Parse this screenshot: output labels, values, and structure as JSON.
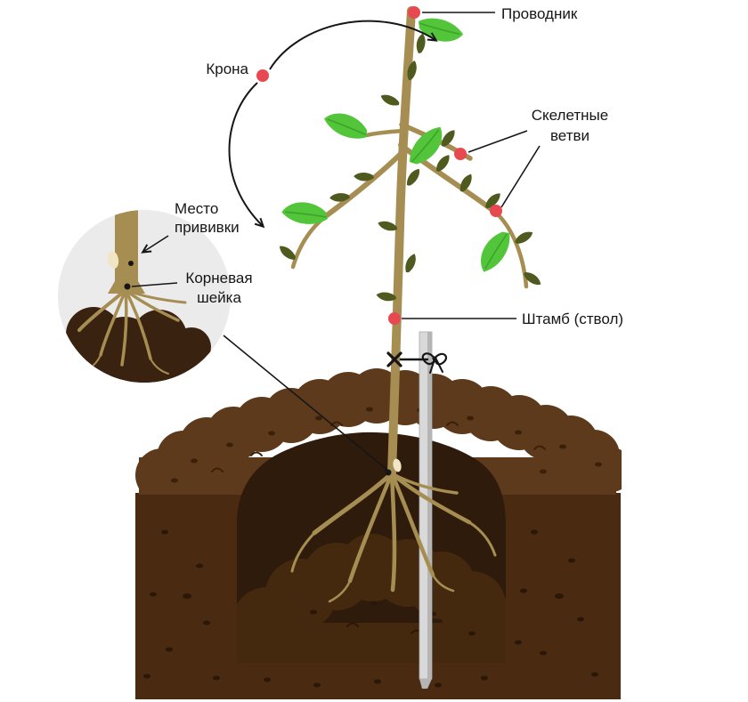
{
  "annotations": {
    "leader": {
      "label": "Проводник"
    },
    "crown": {
      "label": "Крона"
    },
    "skeletal": {
      "label_line1": "Скелетные",
      "label_line2": "ветви"
    },
    "trunk": {
      "label": "Штамб (ствол)"
    },
    "graft": {
      "label_line1": "Место",
      "label_line2": "прививки"
    },
    "root_collar": {
      "label_line1": "Корневая",
      "label_line2": "шейка"
    }
  },
  "colors": {
    "marker_red": "#E84850",
    "line_black": "#161616",
    "trunk_tan": "#A68E53",
    "leaf_green": "#53C53A",
    "leaf_green_dark": "#3BA428",
    "leaf_small_dark": "#4E5A1E",
    "mound_brown": "#5D3A1C",
    "soil_brown": "#4A2B12",
    "hole_brown": "#2E1B0B",
    "hole_mound": "#45290F",
    "speck_dark": "#2A1708",
    "speck_mound": "#3B2009",
    "inset_bg": "#EBEBEB",
    "inset_blob": "#3A2210",
    "graft_cream": "#F0E5C4",
    "stake_gray": "#D9D9D9",
    "stake_shadow": "#B5B5B5"
  }
}
